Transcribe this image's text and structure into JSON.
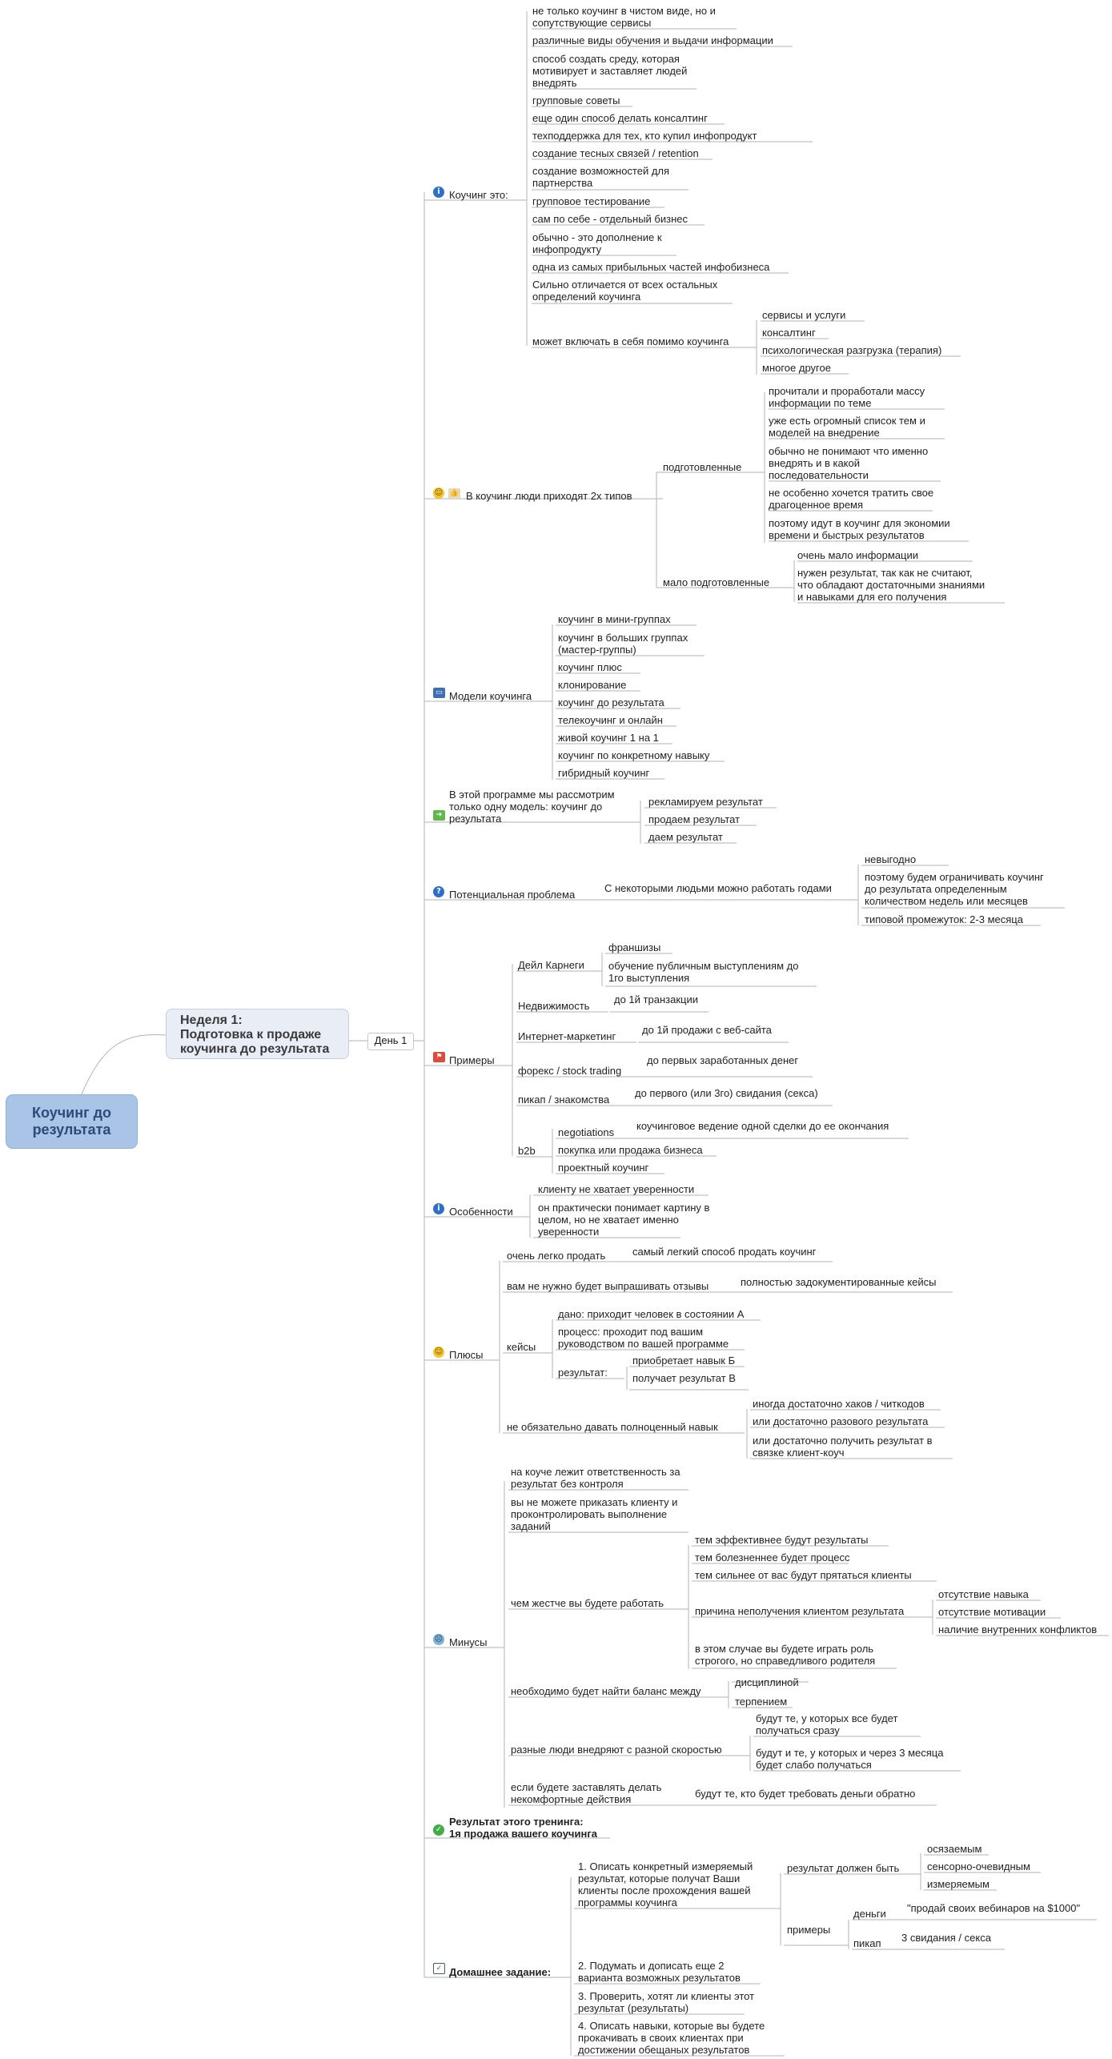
{
  "root": {
    "label": "Коучинг до\nрезультата"
  },
  "week": {
    "label": "Неделя 1:\nПодготовка к продаже\nкоучинга до результата"
  },
  "day": {
    "label": "День 1"
  },
  "coaching": {
    "label": "Коучинг это:",
    "items": [
      "не только коучинг в чистом виде, но и\nсопутствующие сервисы",
      "различные виды обучения и выдачи информации",
      "способ создать среду, которая\nмотивирует и заставляет людей\nвнедрять",
      "групповые советы",
      "еще один способ делать консалтинг",
      "техподдержка для тех, кто купил инфопродукт",
      "создание тесных связей / retention",
      "создание возможностей для\nпартнерства",
      "групповое тестирование",
      "сам по себе - отдельный бизнес",
      "обычно - это дополнение к\nинфопродукту",
      "одна из самых прибыльных частей инфобизнеса",
      "Сильно отличается от всех остальных\nопределений коучинга",
      "может включать в себя помимо коучинга"
    ],
    "extras": [
      "сервисы и услуги",
      "консалтинг",
      "психологическая разгрузка (терапия)",
      "многое другое"
    ]
  },
  "types": {
    "label": "В коучинг люди приходят 2х типов",
    "prepared": {
      "label": "подготовленные",
      "items": [
        "прочитали и проработали массу\nинформации по теме",
        "уже есть огромный список тем и\nмоделей на внедрение",
        "обычно не понимают что именно\nвнедрять и в какой\nпоследовательности",
        "не особенно хочется тратить свое\nдрагоценное время",
        "поэтому идут в коучинг для экономии\nвремени и быстрых результатов"
      ]
    },
    "unprepared": {
      "label": "мало подготовленные",
      "items": [
        "очень мало информации",
        "нужен результат, так как не считают,\nчто обладают достаточными знаниями\nи навыками для его получения"
      ]
    }
  },
  "models": {
    "label": "Модели коучинга",
    "items": [
      "коучинг в мини-группах",
      "коучинг в больших группах\n(мастер-группы)",
      "коучинг плюс",
      "клонирование",
      "коучинг до результата",
      "телекоучинг и онлайн",
      "живой коучинг 1 на 1",
      "коучинг по конкретному навыку",
      "гибридный коучинг"
    ]
  },
  "program": {
    "label": "В этой программе мы рассмотрим\nтолько одну модель: коучинг до\nрезультата",
    "items": [
      "рекламируем результат",
      "продаем результат",
      "даем результат"
    ]
  },
  "problem": {
    "label": "Потенциальная проблема",
    "sub": "С некоторыми людьми можно работать годами",
    "items": [
      "невыгодно",
      "поэтому будем ограничивать коучинг\nдо результата определенным\nколичеством недель или месяцев",
      "типовой промежуток: 2-3 месяца"
    ]
  },
  "examples": {
    "label": "Примеры",
    "carnegie": {
      "label": "Дейл Карнеги",
      "items": [
        "франшизы",
        "обучение публичным выступлениям до\n1го выступления"
      ]
    },
    "realty": {
      "label": "Недвижимость",
      "value": "до 1й транзакции"
    },
    "marketing": {
      "label": "Интернет-маркетинг",
      "value": "до 1й продажи с веб-сайта"
    },
    "forex": {
      "label": "форекс / stock trading",
      "value": "до первых заработанных денег"
    },
    "pickup": {
      "label": "пикап / знакомства",
      "value": "до первого (или 3го) свидания (секса)"
    },
    "b2b": {
      "label": "b2b",
      "negotiations": "negotiations",
      "negotiations_value": "коучинговое ведение одной сделки до ее окончания",
      "items": [
        "покупка или продажа бизнеса",
        "проектный коучинг"
      ]
    }
  },
  "features": {
    "label": "Особенности",
    "items": [
      "клиенту не хватает уверенности",
      "он практически понимает картину в\nцелом, но не хватает именно\nуверенности"
    ]
  },
  "pluses": {
    "label": "Плюсы",
    "easy": "очень легко продать",
    "easy_value": "самый легкий способ продать коучинг",
    "reviews": "вам не нужно будет выпрашивать отзывы",
    "reviews_value": "полностью задокументированные кейсы",
    "cases": "кейсы",
    "given": "дано: приходит человек в состоянии А",
    "process": "процесс: проходит под вашим\nруководством по вашей программе",
    "result": "результат:",
    "result_items": [
      "приобретает навык Б",
      "получает результат В"
    ],
    "skill": "не обязательно давать полноценный навык",
    "skill_items": [
      "иногда достаточно хаков / читкодов",
      "или достаточно разового результата",
      "или достаточно получить результат в\nсвязке клиент-коуч"
    ]
  },
  "minuses": {
    "label": "Минусы",
    "items_top": [
      "на коуче лежит ответственность за\nрезультат без контроля",
      "вы не можете приказать клиенту и\nпроконтролировать выполнение\nзаданий"
    ],
    "harder": "чем жестче вы будете работать",
    "harder_items": [
      "тем эффективнее будут результаты",
      "тем болезненнее будет процесс",
      "тем сильнее от вас будут прятаться клиенты"
    ],
    "reason": "причина неполучения клиентом результата",
    "reason_items": [
      "отсутствие навыка",
      "отсутствие мотивации",
      "наличие внутренних конфликтов"
    ],
    "parent": "в этом случае вы будете играть роль\nстрогого, но справедливого родителя",
    "balance": "необходимо будет найти баланс между",
    "balance_items": [
      "дисциплиной",
      "терпением"
    ],
    "speed": "разные люди внедряют с разной скоростью",
    "speed_items": [
      "будут те, у которых все будет\nполучаться сразу",
      "будут и те, у которых и через 3 месяца\nбудет слабо получаться"
    ],
    "force": "если будете заставлять делать\nнекомфортные действия",
    "force_value": "будут те, кто будет требовать деньги обратно"
  },
  "training_result": {
    "label": "Результат этого тренинга:\n1я продажа вашего коучинга"
  },
  "homework": {
    "label": "Домашнее задание:",
    "task1": "1. Описать конкретный измеряемый\nрезультат, которые получат Ваши\nклиенты после прохождения вашей\nпрограммы коучинга",
    "must_be": "результат должен быть",
    "must_items": [
      "осязаемым",
      "сенсорно-очевидным",
      "измеряемым"
    ],
    "examples": "примеры",
    "money": "деньги",
    "money_value": "\"продай своих вебинаров на $1000\"",
    "pickup": "пикап",
    "pickup_value": "3 свидания / секса",
    "task2": "2. Подумать и дописать еще 2\nварианта возможных результатов",
    "task3": "3. Проверить, хотят ли клиенты этот\nрезультат (результаты)",
    "task4": "4. Описать навыки, которые вы будете\nпрокачивать в своих клиентах при\nдостижении обещаных результатов"
  }
}
